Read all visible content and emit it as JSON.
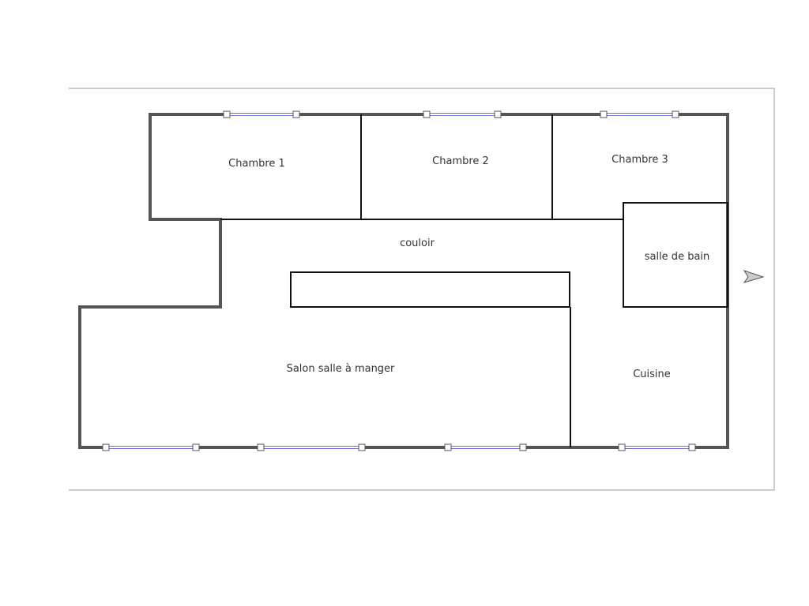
{
  "plan": {
    "rooms": {
      "chambre1": "Chambre 1",
      "chambre2": "Chambre 2",
      "chambre3": "Chambre 3",
      "couloir": "couloir",
      "salle_de_bain": "salle de bain",
      "salon": "Salon salle à manger",
      "cuisine": "Cuisine"
    },
    "icons": {
      "north_arrow": "arrow-right-icon"
    },
    "colors": {
      "wall": "#555555",
      "window": "#7070d0",
      "frame": "#999999"
    }
  }
}
